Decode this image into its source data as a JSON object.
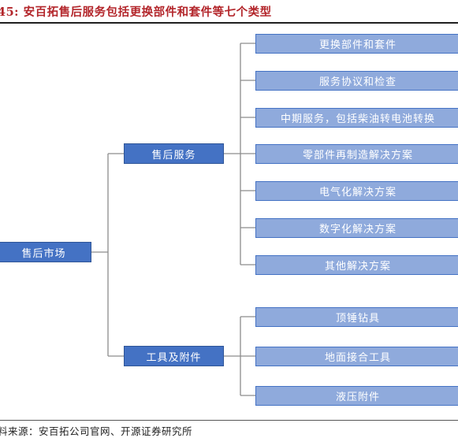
{
  "header": {
    "title": "45: 安百拓售后服务包括更换部件和套件等七个类型"
  },
  "footer": {
    "source": "料来源：安百拓公司官网、开源证券研究所"
  },
  "diagram": {
    "root": "售后市场",
    "branches": [
      {
        "label": "售后服务",
        "children": [
          "更换部件和套件",
          "服务协议和检查",
          "中期服务，包括柴油转电池转换",
          "零部件再制造解决方案",
          "电气化解决方案",
          "数字化解决方案",
          "其他解决方案"
        ]
      },
      {
        "label": "工具及附件",
        "children": [
          "顶锤钻具",
          "地面接合工具",
          "液压附件"
        ]
      }
    ]
  },
  "colors": {
    "title": "#b3262b",
    "node_dark": "#4472c4",
    "node_light": "#8faadc",
    "connector": "#8c8c8c"
  }
}
